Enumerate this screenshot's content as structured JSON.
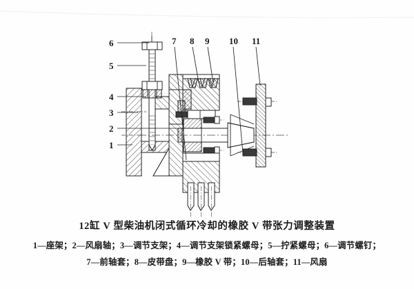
{
  "figure": {
    "title": "12缸 V 型柴油机闭式循环冷却的橡胶 V 带张力调整装置",
    "legend_line_1": "1—座架；2—风扇轴；3—调节支架；4—调节支架锁紧螺母；5—拧紧螺母；6—调节螺钉；",
    "legend_line_2": "7—前轴套；8—皮带盘；9—橡胶 V 带；10—后轴套；11—风扇"
  },
  "callouts": {
    "n1": "1",
    "n2": "2",
    "n3": "3",
    "n4": "4",
    "n5": "5",
    "n6": "6",
    "n7": "7",
    "n8": "8",
    "n9": "9",
    "n10": "10",
    "n11": "11"
  },
  "parts": {
    "p1": "座架",
    "p2": "风扇轴",
    "p3": "调节支架",
    "p4": "调节支架锁紧螺母",
    "p5": "拧紧螺母",
    "p6": "调节螺钉",
    "p7": "前轴套",
    "p8": "皮带盘",
    "p9": "橡胶 V 带",
    "p10": "后轴套",
    "p11": "风扇"
  },
  "colors": {
    "background": "#fefefe",
    "ink": "#1a1a1a",
    "line": "#222222",
    "hatch": "#333333"
  }
}
